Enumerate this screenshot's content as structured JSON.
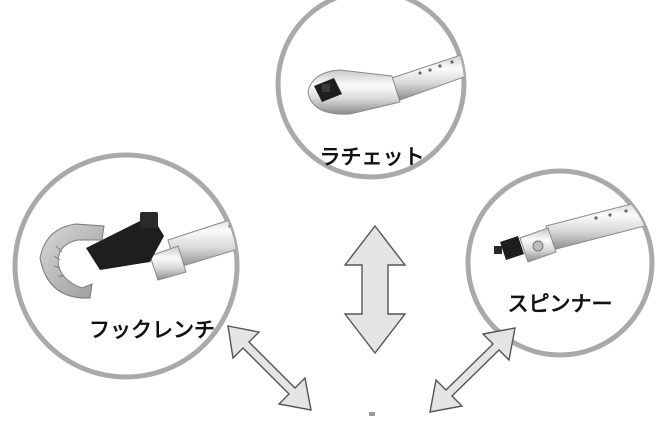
{
  "tools": [
    {
      "id": "ratchet",
      "label": "ラチェット",
      "icon": "ratchet-head-icon"
    },
    {
      "id": "hook-wrench",
      "label": "フックレンチ",
      "icon": "hook-wrench-head-icon"
    },
    {
      "id": "spinner",
      "label": "スピンナー",
      "icon": "spinner-head-icon"
    }
  ],
  "colors": {
    "circle_border": "#a9a9a9",
    "arrow_fill": "#e4e4e4",
    "arrow_stroke": "#555555",
    "chrome_light": "#f4f4f4",
    "chrome_dark": "#8c8c8c",
    "tool_black": "#1e1e1e"
  }
}
